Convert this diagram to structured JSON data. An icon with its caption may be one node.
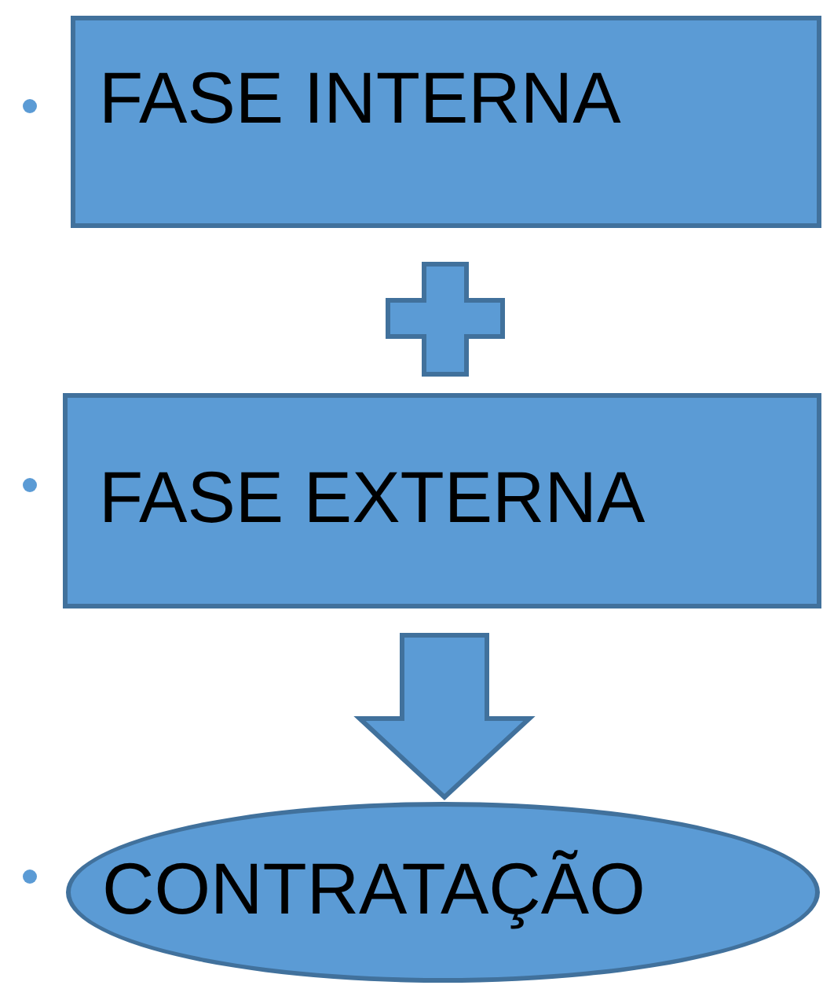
{
  "diagram": {
    "nodes": [
      {
        "text": [
          "FASE INTERNA"
        ]
      },
      {
        "text": [
          "FASE EXTERNA"
        ]
      },
      {
        "text": [
          "CONTRATAÇÃO"
        ]
      }
    ],
    "edges": [
      {
        "from": 1,
        "to": 2,
        "arrow": "to"
      }
    ]
  }
}
